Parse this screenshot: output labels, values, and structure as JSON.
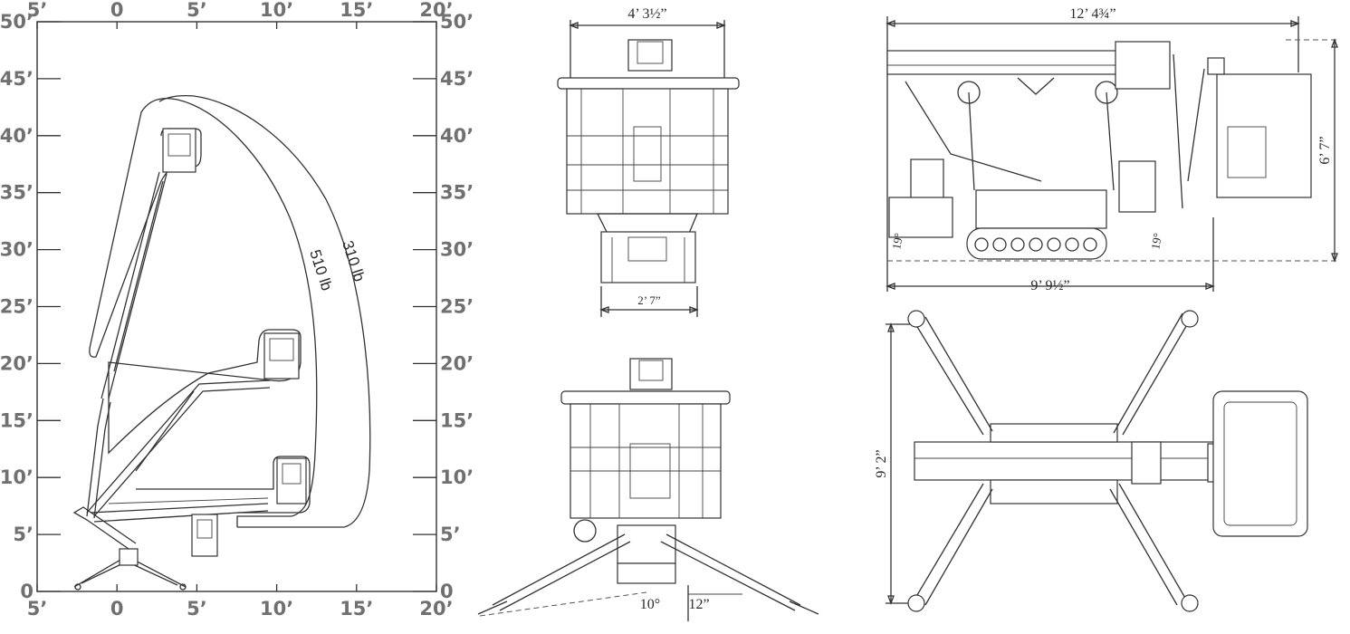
{
  "range_chart": {
    "x_ticks": [
      "5’",
      "0",
      "5’",
      "10’",
      "15’",
      "20’"
    ],
    "y_ticks": [
      "0",
      "5’",
      "10’",
      "15’",
      "20’",
      "25’",
      "30’",
      "35’",
      "40’",
      "45’",
      "50’"
    ],
    "x_range_ft": [
      -5,
      20
    ],
    "y_range_ft": [
      0,
      50
    ],
    "envelopes": [
      {
        "label": "510 lb"
      },
      {
        "label": "310 lb"
      }
    ]
  },
  "dimensions": {
    "front_platform_width": "4’ 3½”",
    "front_track_width": "2’ 7”",
    "rear_outrigger_angle": "10°",
    "rear_ground_clearance": "12”",
    "side_overall_length": "12’ 4¾”",
    "side_height": "6’ 7”",
    "side_base_length": "9’ 9½”",
    "side_angle_left": "19°",
    "side_angle_right": "19°",
    "top_outrigger_span": "9’ 2”"
  },
  "colors": {
    "line": "#333333",
    "tick_label": "#707070"
  }
}
